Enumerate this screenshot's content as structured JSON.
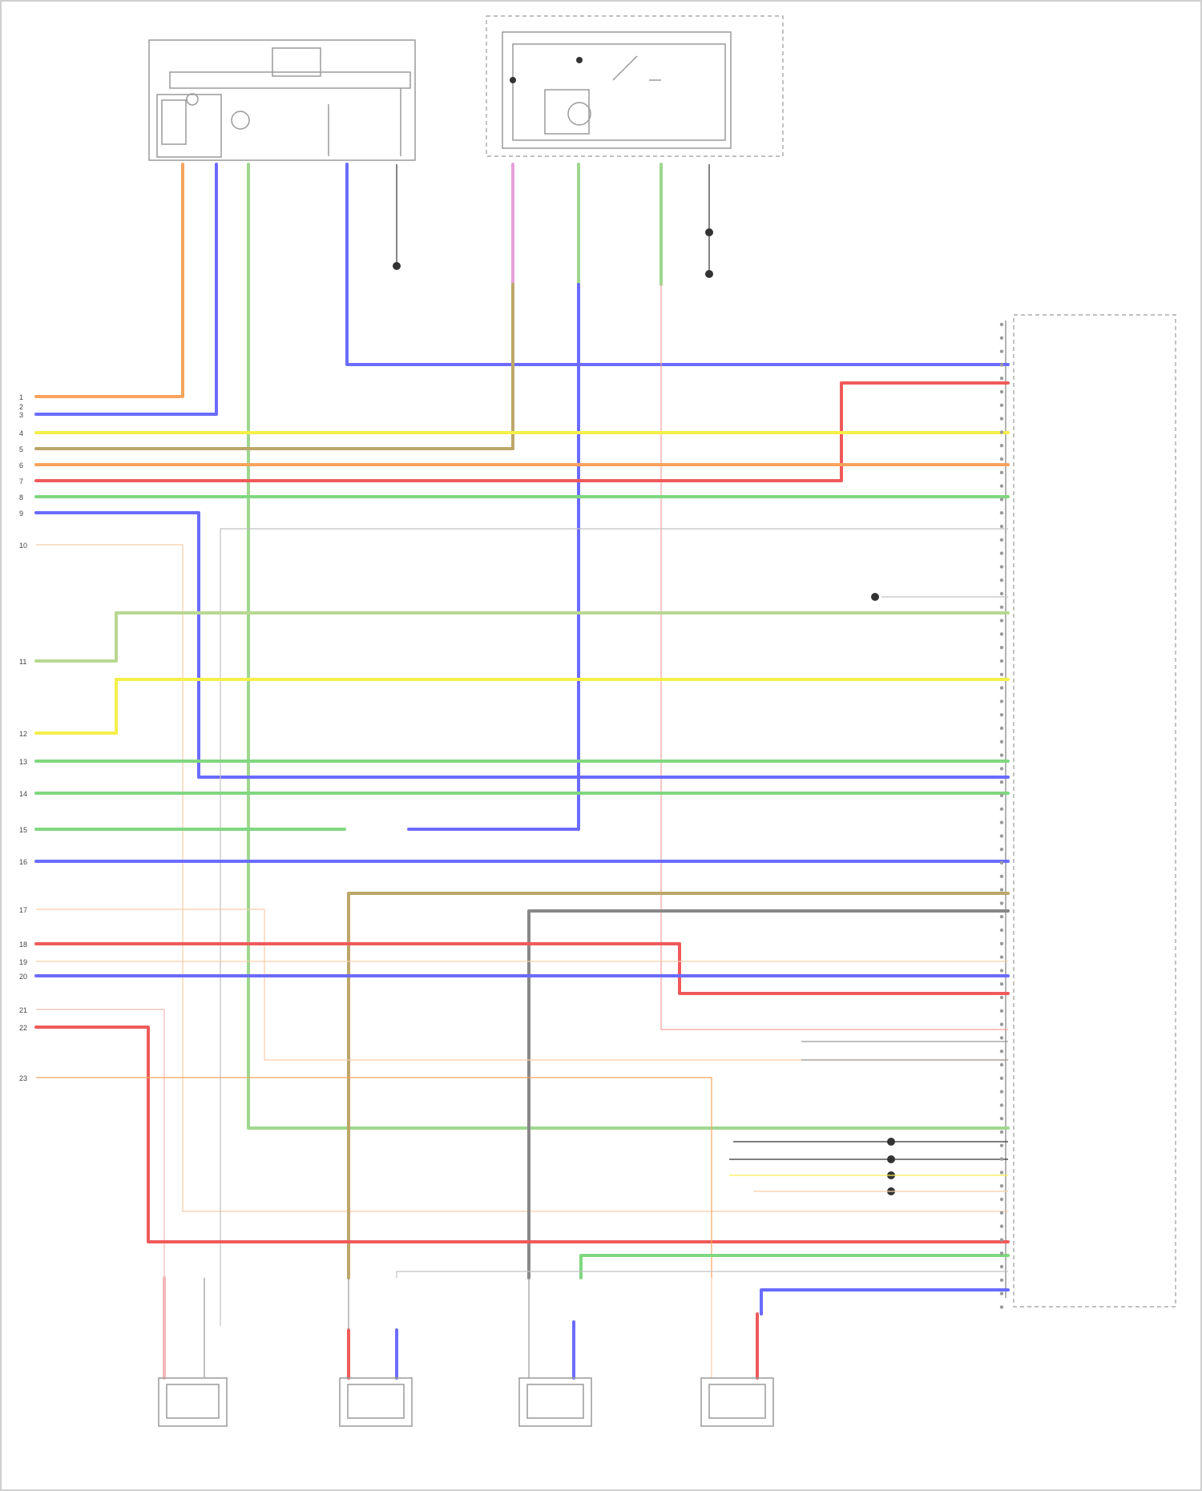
{
  "colors": {
    "frame": "#9a9a9a",
    "text": "#333333",
    "orange": "#f7a35c",
    "blue": "#6b6bff",
    "yellow": "#f5ef4a",
    "red": "#f05a5a",
    "green": "#7fd77f",
    "tan": "#bda66a",
    "pink": "#e8a0d8",
    "lightpink": "#f2b7b7",
    "lightorange": "#f6cda6",
    "gray": "#b0b0b0",
    "black": "#333333"
  },
  "labels": {
    "top_component_left": "",
    "top_component_right": "",
    "ecm_label": "",
    "footer": ""
  },
  "left_pins": [
    "1",
    "2",
    "3",
    "4",
    "5",
    "6",
    "7",
    "8",
    "9",
    "10",
    "11",
    "12",
    "13",
    "14",
    "15",
    "16",
    "17",
    "18",
    "19",
    "20",
    "21",
    "22",
    "23"
  ],
  "right_pins_count": 74,
  "injectors": [
    "",
    "",
    "",
    ""
  ]
}
